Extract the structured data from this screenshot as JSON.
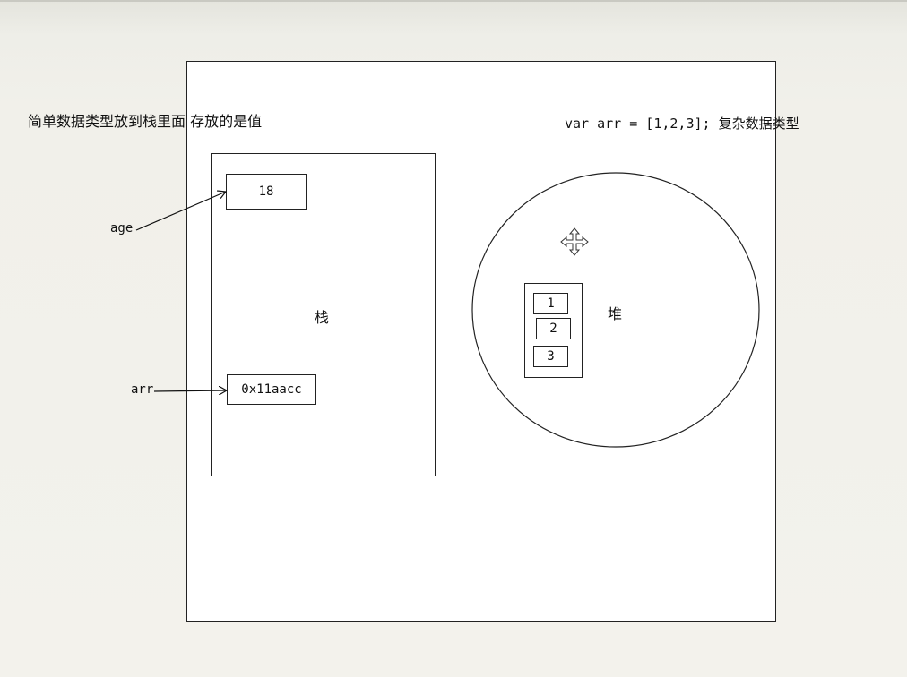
{
  "diagram": {
    "simple_type_note": "简单数据类型放到栈里面 存放的是值",
    "complex_type_note": "var arr = [1,2,3]; 复杂数据类型",
    "stack": {
      "label": "栈",
      "age_value": "18",
      "arr_address": "0x11aacc"
    },
    "heap": {
      "label": "堆",
      "items": [
        "1",
        "2",
        "3"
      ]
    },
    "variables": {
      "age": "age",
      "arr": "arr"
    },
    "cursor_icon": "move-cursor-icon"
  }
}
